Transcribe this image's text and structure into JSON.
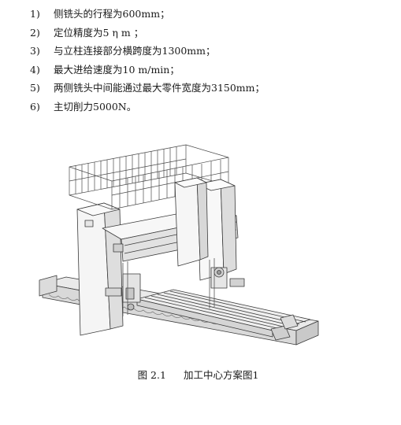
{
  "specs": [
    {
      "num": "1)",
      "text": "侧铣头的行程为600mm；"
    },
    {
      "num": "2)",
      "text": "定位精度为5 η m ；"
    },
    {
      "num": "3)",
      "text": "与立柱连接部分横跨度为1300mm；"
    },
    {
      "num": "4)",
      "text": "最大进给速度为10 m/min；"
    },
    {
      "num": "5)",
      "text": "两侧铣头中间能通过最大零件宽度为3150mm；"
    },
    {
      "num": "6)",
      "text": "主切削力5000N。"
    }
  ],
  "figure": {
    "caption_number": "图 2.1",
    "caption_title": "加工中心方案图1"
  }
}
